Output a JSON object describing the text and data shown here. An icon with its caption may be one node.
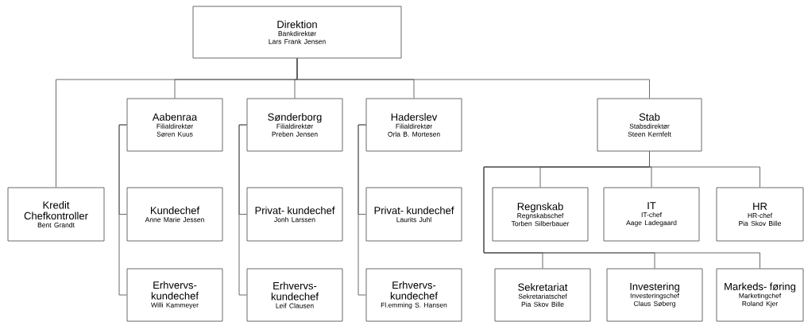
{
  "diagram": {
    "nodes": [
      {
        "text": [
          "Direktion",
          "Bankdirektør",
          "Lars Frank Jensen"
        ]
      },
      {
        "text": [
          "Kredit Chefkontroller",
          "Bent Grandt"
        ]
      },
      {
        "text": [
          "Aabenraa",
          "Filialdirektør",
          "Søren Kuus"
        ]
      },
      {
        "text": [
          "Kundechef",
          "Anne Marie Jessen"
        ]
      },
      {
        "text": [
          "Erhvervs- kundechef",
          "Willi Kammeyer"
        ]
      },
      {
        "text": [
          "Sønderborg",
          "Filialdirektør",
          "Preben Jensen"
        ]
      },
      {
        "text": [
          "Privat- kundechef",
          "Jonh Larssen"
        ]
      },
      {
        "text": [
          "Erhvervs- kundechef",
          "Leif Clausen"
        ]
      },
      {
        "text": [
          "Haderslev",
          "Filialdirektør",
          "Orla B. Mortesen"
        ]
      },
      {
        "text": [
          "Privat- kundechef",
          "Laurits Juhl"
        ]
      },
      {
        "text": [
          "Erhvervs- kundechef",
          "Fl.emming S. Hansen"
        ]
      },
      {
        "text": [
          "Stab",
          "Stabsdirektør",
          "Steen Kernfelt"
        ]
      },
      {
        "text": [
          "Regnskab",
          "Regnskabschef",
          "Torben Silberbauer"
        ]
      },
      {
        "text": [
          "IT",
          "IT-chef",
          "Aage Ladegaard"
        ]
      },
      {
        "text": [
          "HR",
          "HR-chef",
          "Pia Skov Bille"
        ]
      },
      {
        "text": [
          "Sekretariat",
          "Sekretariatschef",
          "Pia Skov Bille"
        ]
      },
      {
        "text": [
          "Investering",
          "Investeringschef",
          "Claus Søberg"
        ]
      },
      {
        "text": [
          "Markeds- føring",
          "Marketingchef",
          "Roland Kjer"
        ]
      }
    ],
    "edges": [
      {
        "from": 0,
        "to": 1,
        "arrow": "none"
      },
      {
        "from": 0,
        "to": 2,
        "arrow": "none"
      },
      {
        "from": 0,
        "to": 5,
        "arrow": "none"
      },
      {
        "from": 0,
        "to": 8,
        "arrow": "none"
      },
      {
        "from": 0,
        "to": 11,
        "arrow": "none"
      },
      {
        "from": 2,
        "to": 3,
        "arrow": "none"
      },
      {
        "from": 2,
        "to": 4,
        "arrow": "none"
      },
      {
        "from": 5,
        "to": 6,
        "arrow": "none"
      },
      {
        "from": 5,
        "to": 7,
        "arrow": "none"
      },
      {
        "from": 8,
        "to": 9,
        "arrow": "none"
      },
      {
        "from": 8,
        "to": 10,
        "arrow": "none"
      },
      {
        "from": 11,
        "to": 12,
        "arrow": "none"
      },
      {
        "from": 11,
        "to": 13,
        "arrow": "none"
      },
      {
        "from": 11,
        "to": 14,
        "arrow": "none"
      },
      {
        "from": 11,
        "to": 15,
        "arrow": "none"
      },
      {
        "from": 11,
        "to": 16,
        "arrow": "none"
      },
      {
        "from": 11,
        "to": 17,
        "arrow": "none"
      }
    ]
  }
}
